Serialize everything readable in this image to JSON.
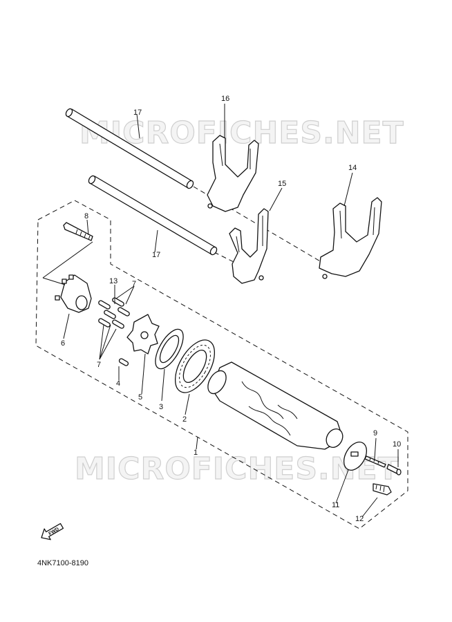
{
  "watermark": "MICROFICHES.NET",
  "diagram_code": "4NK7100-8190",
  "fwd_label": "FWD",
  "callouts": {
    "c1": "1",
    "c2": "2",
    "c3": "3",
    "c4": "4",
    "c5": "5",
    "c6": "6",
    "c7a": "7",
    "c7b": "7",
    "c8": "8",
    "c9": "9",
    "c10": "10",
    "c11": "11",
    "c12": "12",
    "c13": "13",
    "c14": "14",
    "c15": "15",
    "c16": "16",
    "c17a": "17",
    "c17b": "17"
  }
}
